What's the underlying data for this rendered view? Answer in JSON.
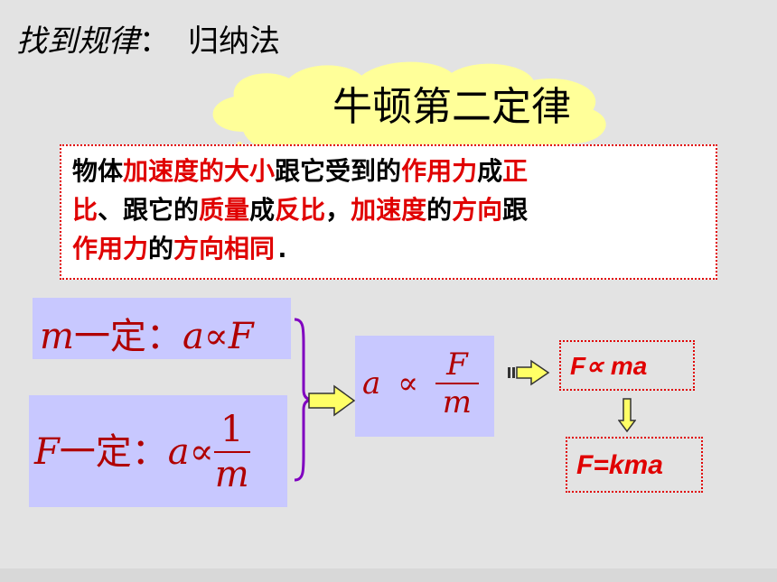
{
  "heading": {
    "label": "找到规律",
    "colon": "：",
    "method": "归纳法"
  },
  "cloud_title": "牛顿第二定律",
  "law": {
    "line1": [
      {
        "t": "物体",
        "c": "black"
      },
      {
        "t": "加速度的",
        "c": "red"
      },
      {
        "t": "大小",
        "c": "red"
      },
      {
        "t": "跟它受到的",
        "c": "black"
      },
      {
        "t": "作用力",
        "c": "red"
      },
      {
        "t": "成",
        "c": "black"
      },
      {
        "t": "正",
        "c": "red"
      }
    ],
    "line2": [
      {
        "t": "比",
        "c": "red"
      },
      {
        "t": "、跟它的",
        "c": "black"
      },
      {
        "t": "质量",
        "c": "red"
      },
      {
        "t": "成",
        "c": "black"
      },
      {
        "t": "反比",
        "c": "red"
      },
      {
        "t": "，",
        "c": "black"
      },
      {
        "t": "加速度",
        "c": "red"
      },
      {
        "t": "的",
        "c": "black"
      },
      {
        "t": "方向",
        "c": "red"
      },
      {
        "t": "跟",
        "c": "black"
      }
    ],
    "line3": [
      {
        "t": "作用力",
        "c": "red"
      },
      {
        "t": "的",
        "c": "black"
      },
      {
        "t": "方向相同",
        "c": "red"
      },
      {
        "t": ".",
        "c": "black"
      }
    ]
  },
  "formula1": {
    "var": "m",
    "fixed": "一定：",
    "a": "a",
    "prop": "∝",
    "rhs": "F"
  },
  "formula2": {
    "var": "F",
    "fixed": "一定：",
    "a": "a",
    "prop": "∝",
    "num": "1",
    "den": "m"
  },
  "combined": {
    "a": "a",
    "prop": "∝",
    "num": "F",
    "den": "m"
  },
  "result1": "F∝ ma",
  "result2": "F=kma",
  "colors": {
    "red": "#e00000",
    "formula_bg": "#c8c8ff",
    "cloud": "#ffff99",
    "arrow": "#ffff66",
    "bracket": "#8000c0"
  }
}
